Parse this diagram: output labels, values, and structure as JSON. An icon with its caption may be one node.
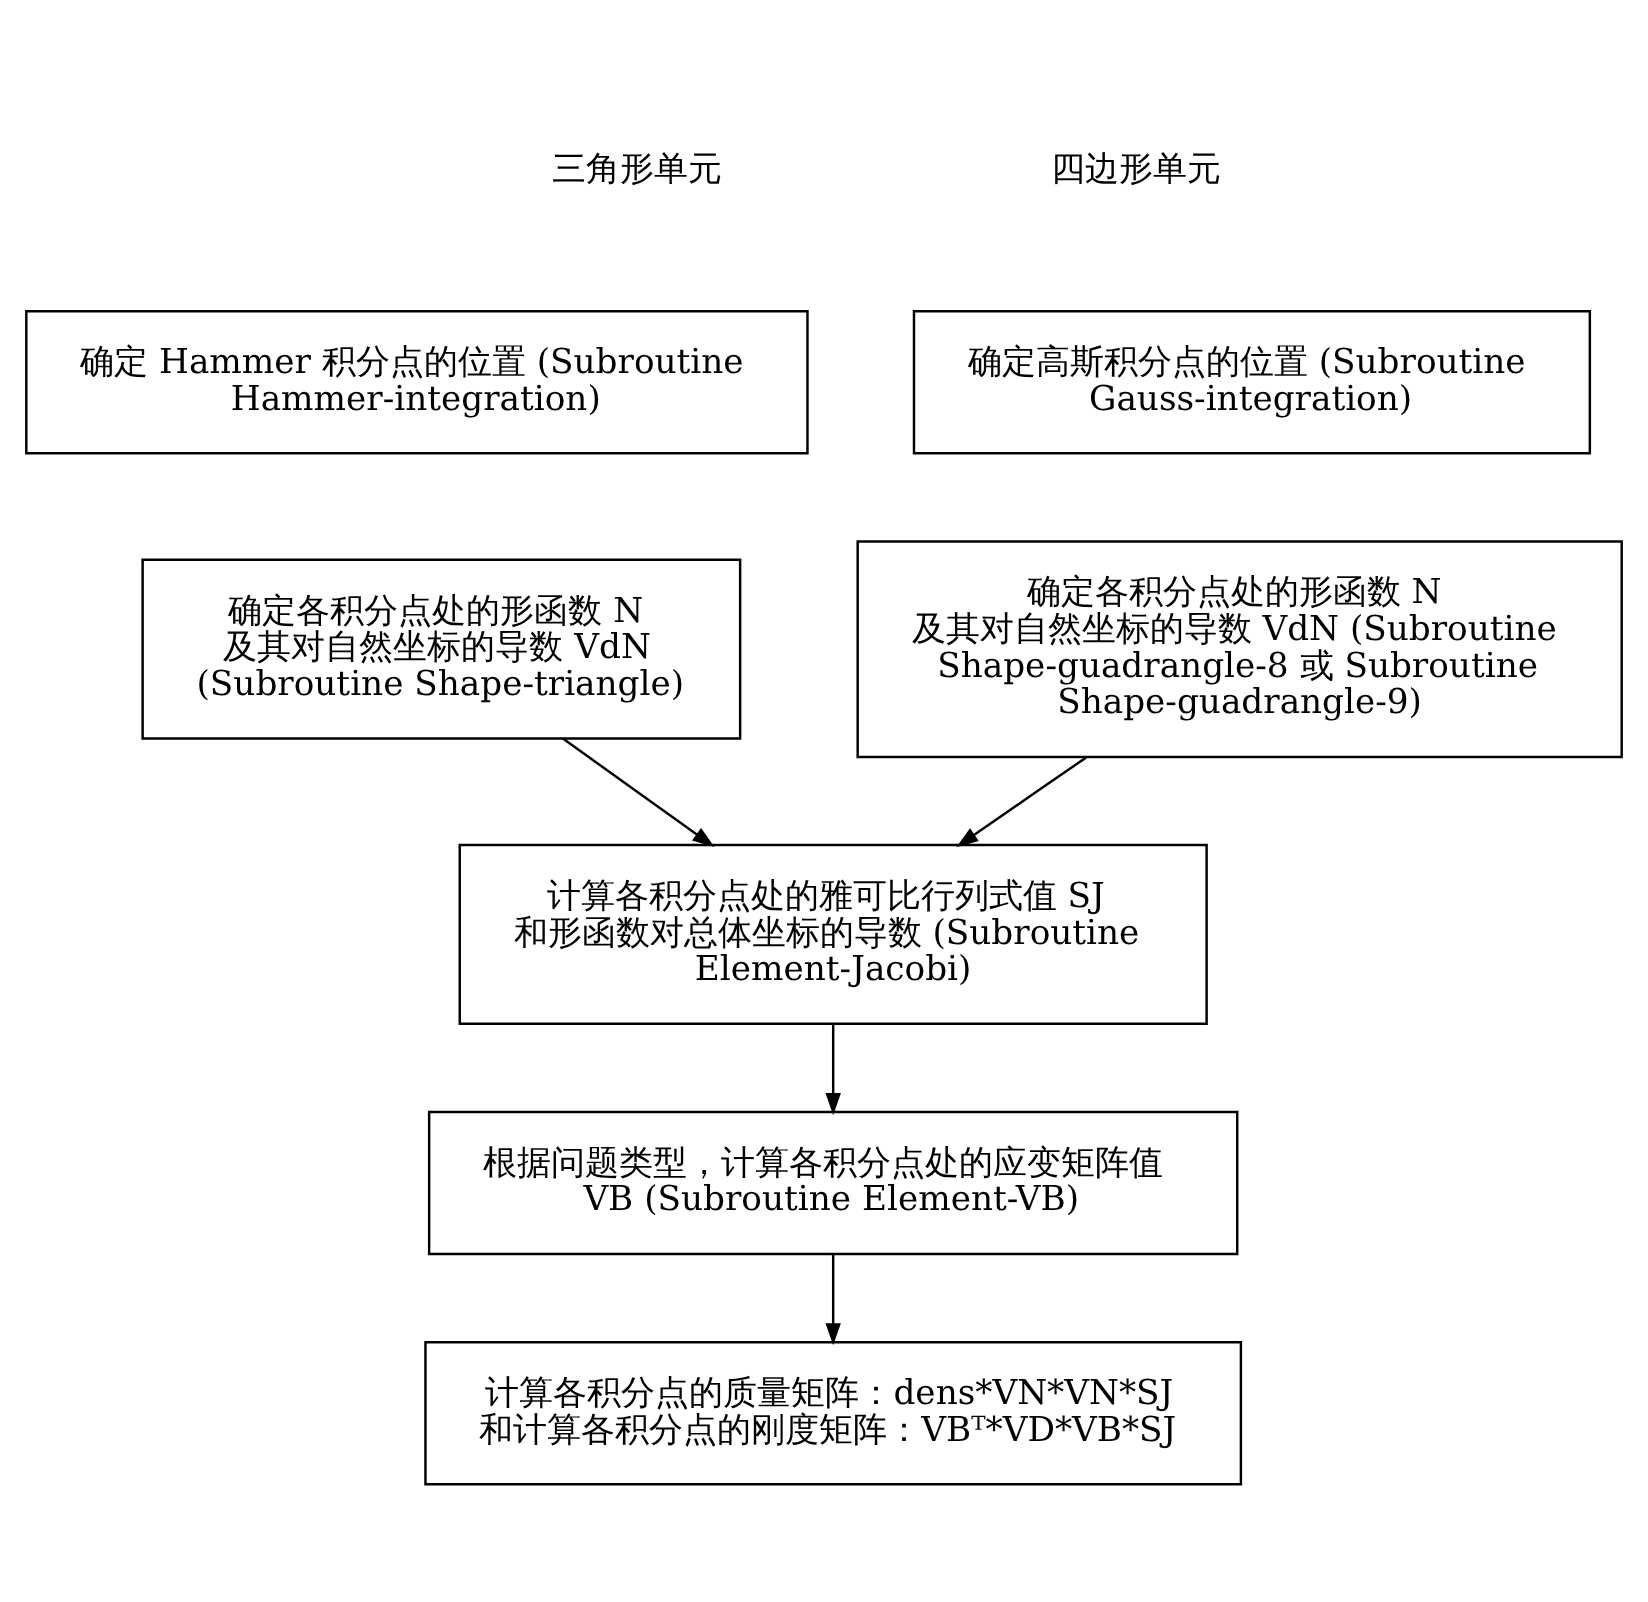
{
  "diagram": {
    "nodes": [
      {
        "text": [
          "确定 Hammer 积分点的位置 (Subroutine Hammer-integration)"
        ]
      },
      {
        "text": [
          "确定高斯积分点的位置 (Subroutine Gauss-integration)"
        ]
      },
      {
        "text": [
          "确定各积分点处的形函数 N 及其对自然坐标的导数 VdN (Subroutine Shape-triangle)"
        ]
      },
      {
        "text": [
          "确定各积分点处的形函数 N 及其对自然坐标的导数 VdN (Subroutine Shape-guadrangle-8 或 Subroutine Shape-guadrangle-9)"
        ]
      },
      {
        "text": [
          "计算各积分点处的雅可比行列式值 SJ 和形函数对总体坐标的导数 (Subroutine Element-Jacobi)"
        ]
      },
      {
        "text": [
          "根据问题类型，计算各积分点处的应变矩阵值 VB (Subroutine Element-VB)"
        ]
      },
      {
        "text": [
          "计算各积分点的质量矩阵：dens*VN*VN*SJ",
          "和计算各积分点的刚度矩阵：VBᵀ*VD*VB*SJ"
        ]
      }
    ],
    "edges": [
      {
        "from": 2,
        "to": 4,
        "arrow": "to"
      },
      {
        "from": 3,
        "to": 4,
        "arrow": "to"
      },
      {
        "from": 4,
        "to": 5,
        "arrow": "to"
      },
      {
        "from": 5,
        "to": 6,
        "arrow": "to"
      }
    ],
    "labels": [
      "三角形单元",
      "四边形单元"
    ]
  }
}
